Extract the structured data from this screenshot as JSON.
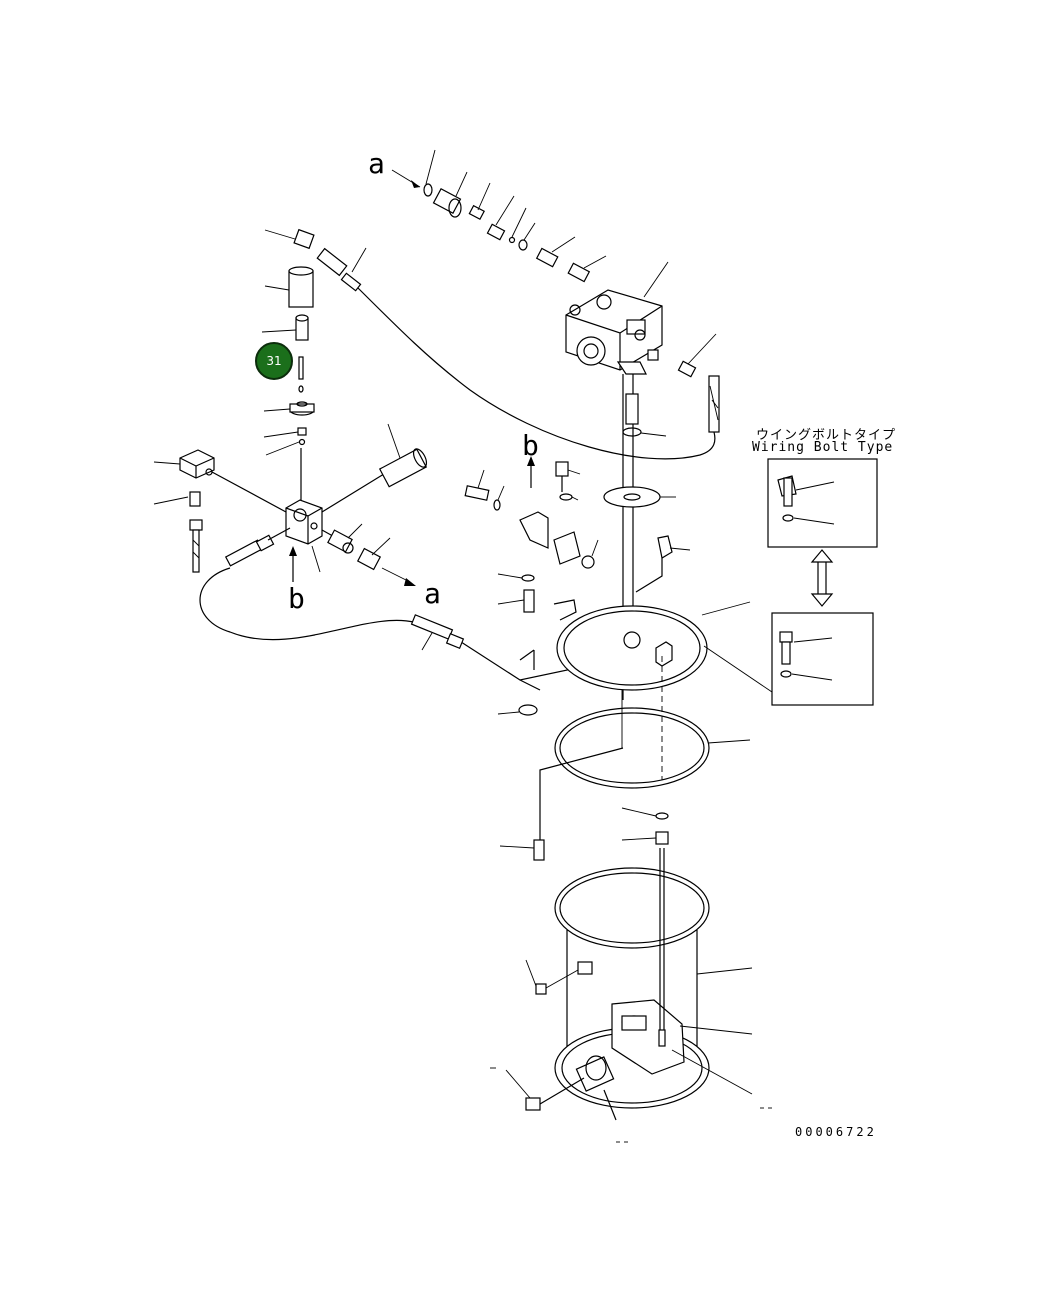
{
  "drawing": {
    "callout_a_top": "a",
    "callout_a_right": "a",
    "callout_b_top": "b",
    "callout_b_bottom": "b",
    "inset_title_jp": "ウイングボルトタイプ",
    "inset_title_en": "Wiring Bolt Type",
    "drawing_number": "00006722",
    "highlight_badge": "31"
  }
}
